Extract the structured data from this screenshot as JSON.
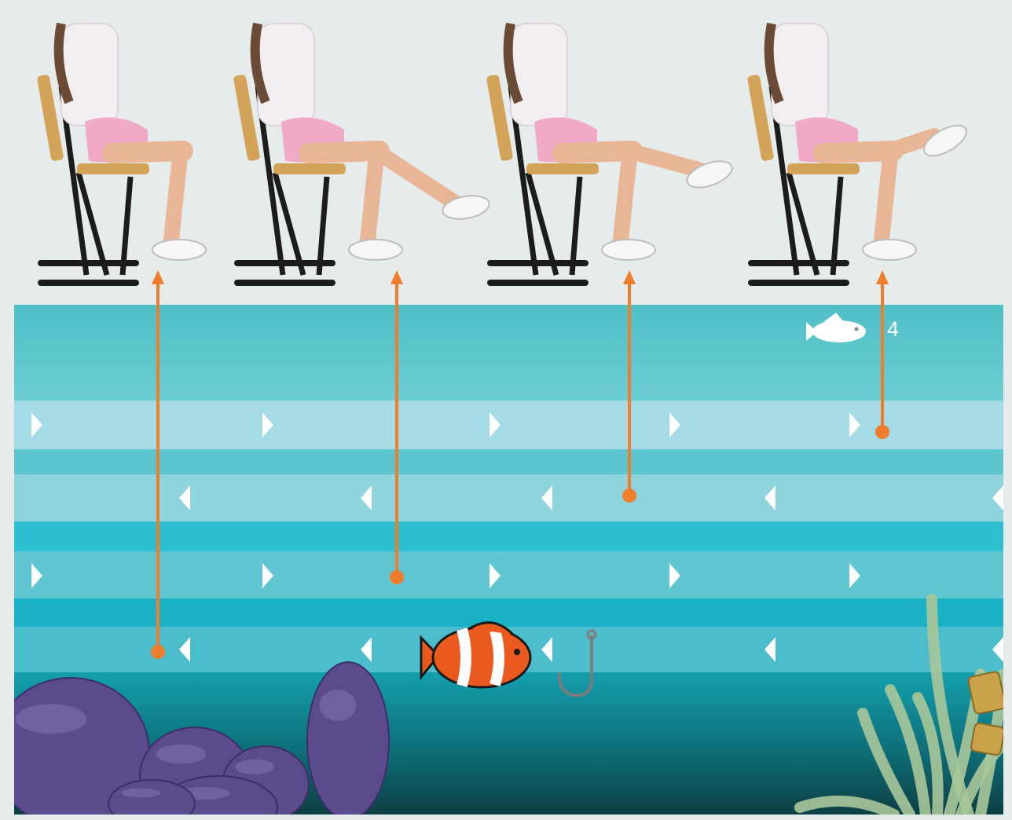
{
  "scene": {
    "background_color": "#e6ebec",
    "poses": [
      {
        "name": "pose-feet-down",
        "leg_raise": 0,
        "target_lane": 4
      },
      {
        "name": "pose-one-leg-slightly-raised",
        "leg_raise": 0.33,
        "target_lane": 3
      },
      {
        "name": "pose-one-leg-half-raised",
        "leg_raise": 0.66,
        "target_lane": 2
      },
      {
        "name": "pose-one-leg-fully-raised",
        "leg_raise": 1,
        "target_lane": 1
      }
    ],
    "lanes": [
      {
        "direction": "right"
      },
      {
        "direction": "left"
      },
      {
        "direction": "right"
      },
      {
        "direction": "left"
      }
    ],
    "score": "4",
    "colors": {
      "arrow": "#ef7d2b",
      "water_top": "#4fbfc6",
      "water_deep": "#0d3f44",
      "lane_light": "#a5dbe4",
      "rock": "#5b4a8c",
      "clownfish": "#ea5a1f",
      "plant": "#a9c79a"
    },
    "icons": [
      "white-fish-icon",
      "clownfish-icon",
      "fishing-hook-icon",
      "rock-icon",
      "seaweed-icon",
      "chair-icon"
    ]
  }
}
